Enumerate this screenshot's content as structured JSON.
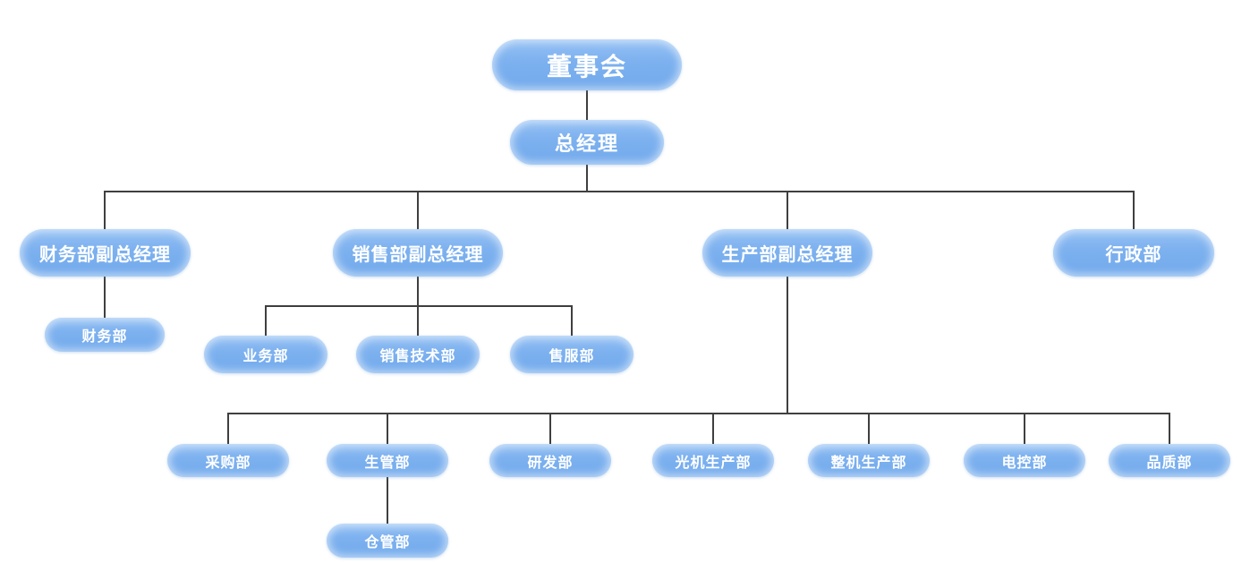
{
  "chart": {
    "type": "org-chart",
    "colors": {
      "canvas_background": "#ffffff",
      "node_fill": "#7db1ef",
      "node_fill_light_rim": "#a6cbf6",
      "node_text": "#ffffff",
      "connector": "#3f3f3f"
    },
    "nodes": {
      "board": {
        "label": "董事会"
      },
      "gm": {
        "label": "总经理"
      },
      "finance_vp": {
        "label": "财务部副总经理"
      },
      "sales_vp": {
        "label": "销售部副总经理"
      },
      "production_vp": {
        "label": "生产部副总经理"
      },
      "admin": {
        "label": "行政部"
      },
      "finance": {
        "label": "财务部"
      },
      "business": {
        "label": "业务部"
      },
      "sales_tech": {
        "label": "销售技术部"
      },
      "after_sales": {
        "label": "售服部"
      },
      "purchasing": {
        "label": "采购部"
      },
      "prod_mgmt": {
        "label": "生管部"
      },
      "rnd": {
        "label": "研发部"
      },
      "optical_prod": {
        "label": "光机生产部"
      },
      "complete_prod": {
        "label": "整机生产部"
      },
      "electric_ctrl": {
        "label": "电控部"
      },
      "quality": {
        "label": "品质部"
      },
      "warehouse": {
        "label": "仓管部"
      }
    },
    "edges": [
      {
        "from": "board",
        "to": "gm"
      },
      {
        "from": "gm",
        "to": "finance_vp"
      },
      {
        "from": "gm",
        "to": "sales_vp"
      },
      {
        "from": "gm",
        "to": "production_vp"
      },
      {
        "from": "gm",
        "to": "admin"
      },
      {
        "from": "finance_vp",
        "to": "finance"
      },
      {
        "from": "sales_vp",
        "to": "business"
      },
      {
        "from": "sales_vp",
        "to": "sales_tech"
      },
      {
        "from": "sales_vp",
        "to": "after_sales"
      },
      {
        "from": "production_vp",
        "to": "purchasing"
      },
      {
        "from": "production_vp",
        "to": "prod_mgmt"
      },
      {
        "from": "production_vp",
        "to": "rnd"
      },
      {
        "from": "production_vp",
        "to": "optical_prod"
      },
      {
        "from": "production_vp",
        "to": "complete_prod"
      },
      {
        "from": "production_vp",
        "to": "electric_ctrl"
      },
      {
        "from": "production_vp",
        "to": "quality"
      },
      {
        "from": "prod_mgmt",
        "to": "warehouse"
      }
    ]
  }
}
